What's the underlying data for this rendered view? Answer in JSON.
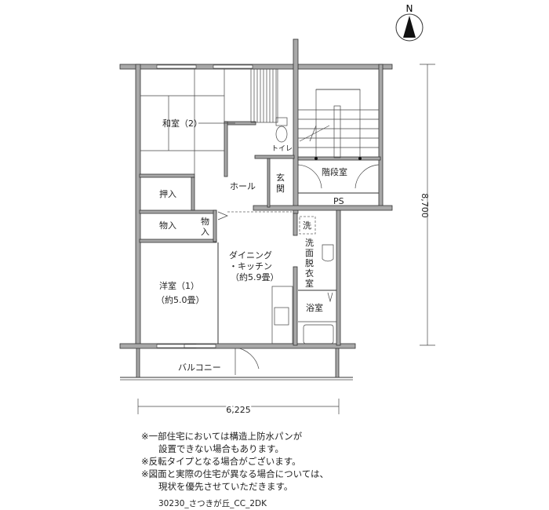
{
  "compass": {
    "label": "N"
  },
  "rooms": {
    "washitsu": "和室（2）",
    "oshiire": "押入",
    "monoire1": "物入",
    "monoire2_line1": "物",
    "monoire2_line2": "入",
    "yoshitsu_name": "洋室（1）",
    "yoshitsu_size": "（約5.0畳）",
    "hall": "ホール",
    "genkan_line1": "玄",
    "genkan_line2": "関",
    "toilet": "トイレ",
    "stairs": "階段室",
    "ps": "PS",
    "dk_line1": "ダイニング",
    "dk_line2": "・キッチン",
    "dk_size": "（約5.9畳）",
    "washer": "洗",
    "senmen_1": "洗",
    "senmen_2": "面",
    "senmen_3": "脱",
    "senmen_4": "衣",
    "senmen_5": "室",
    "bath": "浴室",
    "balcony": "バルコニー"
  },
  "dimensions": {
    "height": "8,700",
    "width": "6,225"
  },
  "notes": [
    "※一部住宅においては構造上防水パンが",
    "設置できない場合もあります。",
    "※反転タイプとなる場合がございます。",
    "※図面と実際の住宅が異なる場合については、",
    "現状を優先させていただきます。"
  ],
  "plan_code": "30230_さつきが丘_CC_2DK"
}
